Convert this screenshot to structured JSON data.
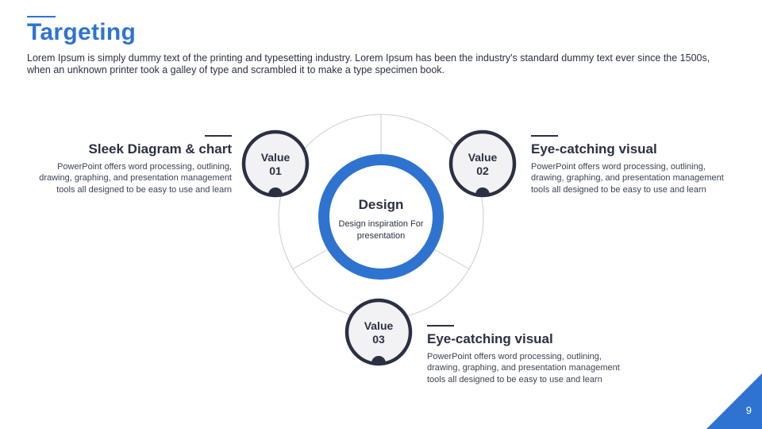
{
  "slide": {
    "title": "Targeting",
    "intro": "Lorem Ipsum is simply dummy text of the printing and typesetting industry. Lorem Ipsum has been the industry's standard dummy text ever since the 1500s, when an unknown printer took a galley of type and scrambled it to make a type specimen book.",
    "page_number": "9"
  },
  "center": {
    "title": "Design",
    "subtitle": "Design inspiration For presentation"
  },
  "values": [
    {
      "label": "Value",
      "number": "01"
    },
    {
      "label": "Value",
      "number": "02"
    },
    {
      "label": "Value",
      "number": "03"
    }
  ],
  "blocks": [
    {
      "heading": "Sleek Diagram & chart",
      "body": "PowerPoint offers word processing, outlining, drawing, graphing, and presentation management tools all designed to be easy to use and learn"
    },
    {
      "heading": "Eye-catching visual",
      "body": "PowerPoint offers word processing, outlining, drawing, graphing, and presentation management tools all designed to be easy to use and learn"
    },
    {
      "heading": "Eye-catching visual",
      "body": "PowerPoint offers word processing, outlining, drawing, graphing, and presentation management tools all designed to be easy to use and learn"
    }
  ],
  "colors": {
    "accent": "#2f73d1",
    "dark": "#2b3043",
    "node_fill": "#f2f2f4",
    "guide": "#cccccc"
  }
}
